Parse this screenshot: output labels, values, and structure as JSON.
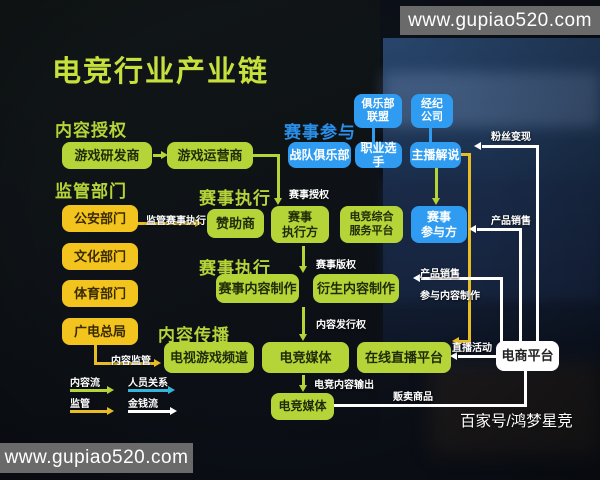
{
  "watermark": {
    "top_right": "www.gupiao520.com",
    "bottom_left": "www.gupiao520.com"
  },
  "credit": "百家号/鸿梦星竞",
  "title": "电竞行业产业链",
  "sections": {
    "content_license": "内容授权",
    "regulator": "监管部门",
    "event_participation": "赛事参与",
    "event_execution_1": "赛事执行",
    "event_execution_2": "赛事执行",
    "content_spread": "内容传播"
  },
  "nodes": {
    "game_developer": "游戏研发商",
    "game_operator": "游戏运营商",
    "club_alliance": "俱乐部\n联盟",
    "agency_company": "经纪\n公司",
    "team_club": "战队俱乐部",
    "pro_player": "职业选手",
    "anchor_commentator": "主播解说",
    "public_security": "公安部门",
    "culture_dept": "文化部门",
    "sports_dept": "体育部门",
    "broadcast_admin": "广电总局",
    "sponsor": "赞助商",
    "event_executor": "赛事\n执行方",
    "esports_service_platform": "电竞综合\n服务平台",
    "event_participant": "赛事\n参与方",
    "event_content_production": "赛事内容制作",
    "derivative_content_production": "衍生内容制作",
    "tv_game_channel": "电视游戏频道",
    "esports_media": "电竞媒体",
    "online_live_platform": "在线直播平台",
    "esports_media_2": "电竞媒体",
    "ecommerce_platform": "电商平台"
  },
  "flow_labels": {
    "supervise_event_execution": "监管赛事执行",
    "content_supervision": "内容监管",
    "event_authorization": "赛事授权",
    "event_copyright": "赛事版权",
    "content_distribution_rights": "内容发行权",
    "esports_content_output": "电竞内容输出",
    "sell_goods": "贩卖商品",
    "fan_monetization": "粉丝变现",
    "product_sales_top": "产品销售",
    "product_sales_mid": "产品销售",
    "participate_content_production": "参与内容制作",
    "live_activity": "直播活动"
  },
  "legend": {
    "content_flow": "内容流",
    "personnel_relation": "人员关系",
    "supervision": "监管",
    "money_flow": "金钱流"
  },
  "colors": {
    "node_green": "#b5d437",
    "node_yellow": "#f2c41d",
    "node_blue": "#2f9cf1",
    "node_white": "#ffffff",
    "title_green": "#c6e03c",
    "section_blue": "#2b8fe8",
    "legend_cyan": "#35b6d8",
    "arrow_yellow": "#e8bc25",
    "arrow_white": "#ffffff",
    "watermark_bar": "#6a6a6a"
  }
}
